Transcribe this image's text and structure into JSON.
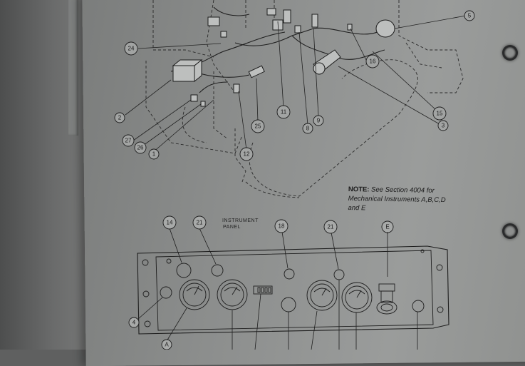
{
  "note": {
    "heading": "NOTE:",
    "text": "See Section 4004 for Mechanical Instruments A,B,C,D and E"
  },
  "panel_caption": {
    "line1": "INSTRUMENT",
    "line2": "PANEL"
  },
  "callouts": {
    "c24": "24",
    "c2": "2",
    "c27": "27",
    "c26": "26",
    "c1": "1",
    "c12": "12",
    "c25": "25",
    "c11": "11",
    "c8": "8",
    "c9": "9",
    "c16": "16",
    "c5": "5",
    "c3": "3",
    "c15": "15",
    "c14": "14",
    "c21a": "21",
    "c18": "18",
    "c21b": "21",
    "cE": "E",
    "c4": "4",
    "cA": "A"
  }
}
